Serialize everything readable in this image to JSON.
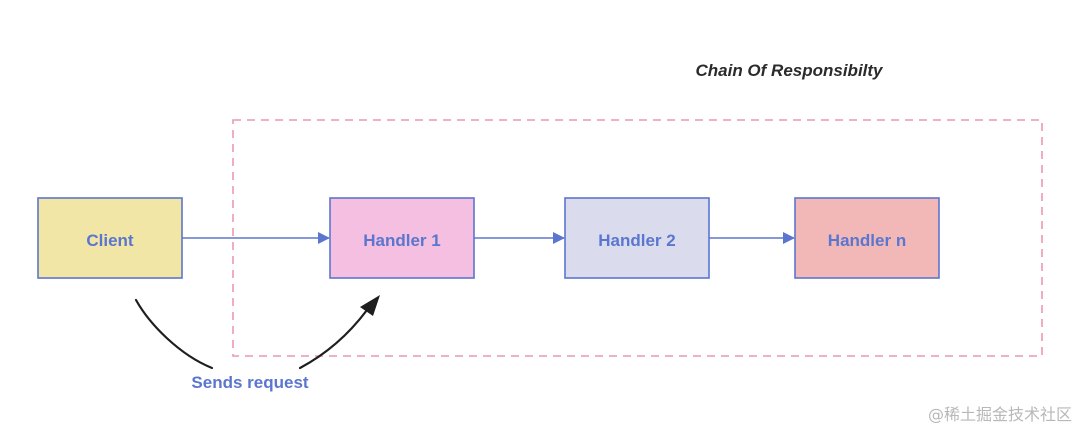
{
  "title": "Chain Of Responsibilty",
  "nodes": {
    "client": {
      "label": "Client",
      "fill": "#f2e6a6"
    },
    "handler1": {
      "label": "Handler 1",
      "fill": "#f4bfe0"
    },
    "handler2": {
      "label": "Handler 2",
      "fill": "#dadcee"
    },
    "handlern": {
      "label": "Handler n",
      "fill": "#f2b8b8"
    }
  },
  "annotation": {
    "label": "Sends request"
  },
  "watermark": "@稀土掘金技术社区",
  "colors": {
    "node_border": "#5b76cf",
    "arrow": "#5b76cf",
    "label_text": "#5b76cf",
    "group_border": "#e99aae",
    "curve_arrow": "#1e1e1e"
  }
}
